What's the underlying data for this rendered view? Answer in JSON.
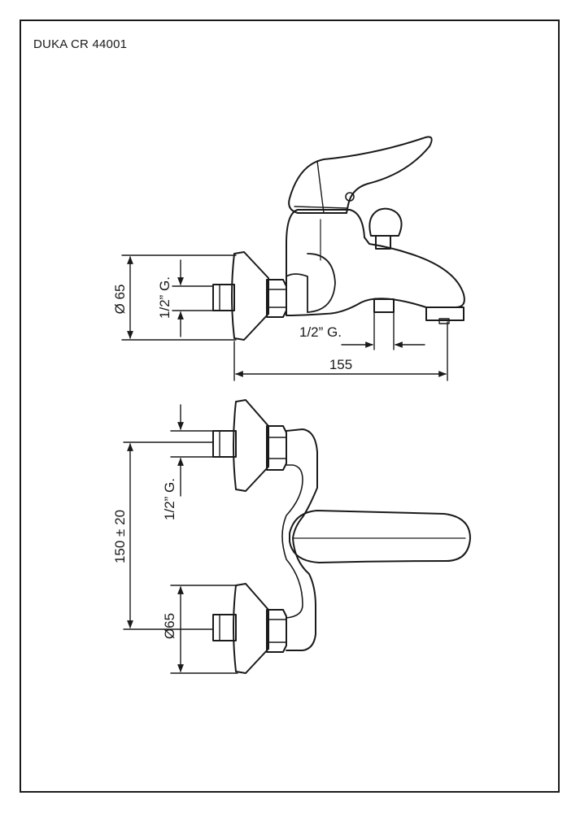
{
  "title": "DUKA CR 44001",
  "side_view": {
    "dim_diameter": "Ø 65",
    "dim_inlet_thread": "1/2” G.",
    "dim_spout_thread": "1/2” G.",
    "dim_length": "155"
  },
  "top_view": {
    "dim_inlet_thread": "1/2” G.",
    "dim_center_distance": "150 ± 20",
    "dim_diameter": "Ø65"
  }
}
